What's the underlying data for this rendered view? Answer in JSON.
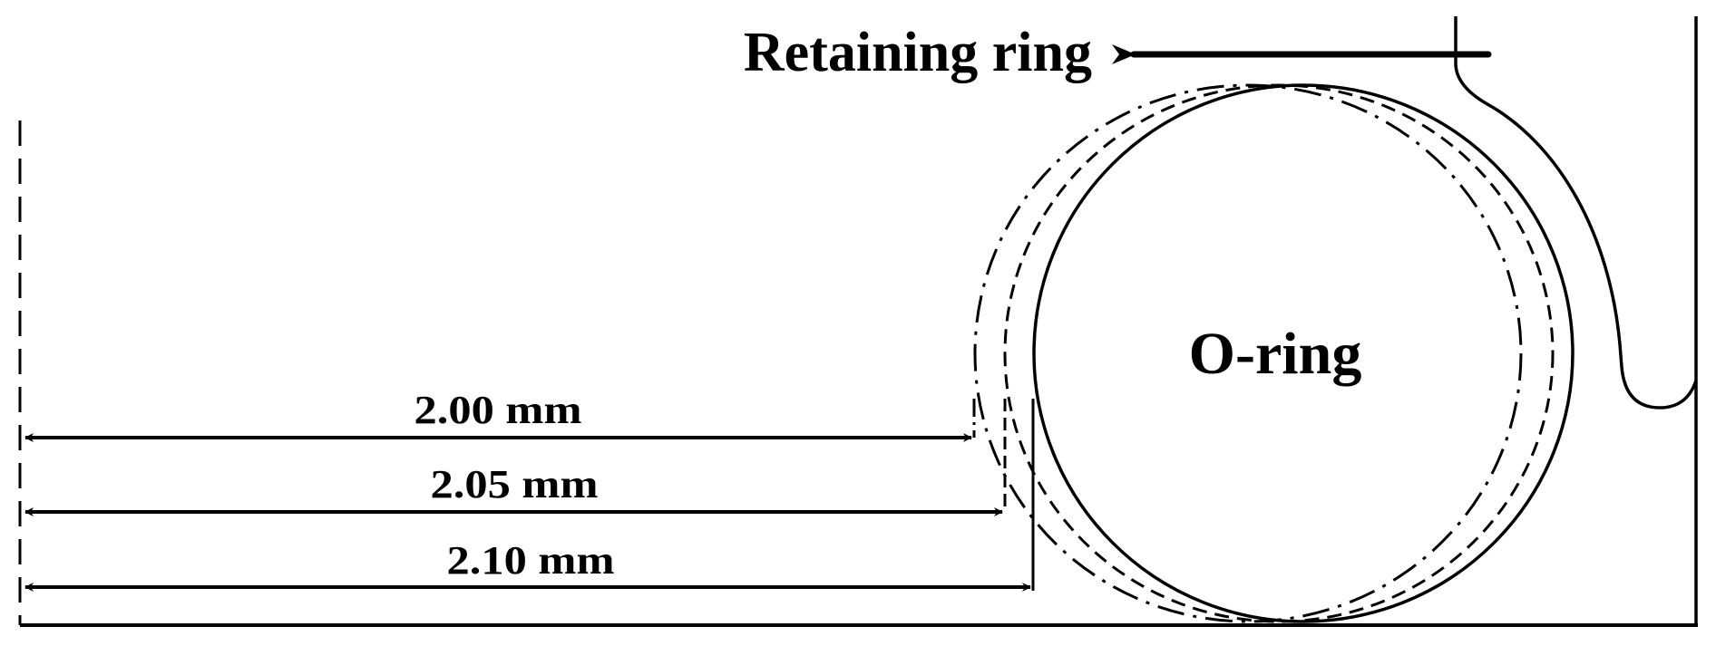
{
  "labels": {
    "retaining_ring": "Retaining ring",
    "o_ring": "O-ring"
  },
  "dimensions": [
    {
      "label": "2.00 mm",
      "line_style": "dash-dot"
    },
    {
      "label": "2.05 mm",
      "line_style": "dashed"
    },
    {
      "label": "2.10 mm",
      "line_style": "solid"
    }
  ],
  "colors": {
    "stroke": "#000000",
    "background": "#ffffff"
  }
}
